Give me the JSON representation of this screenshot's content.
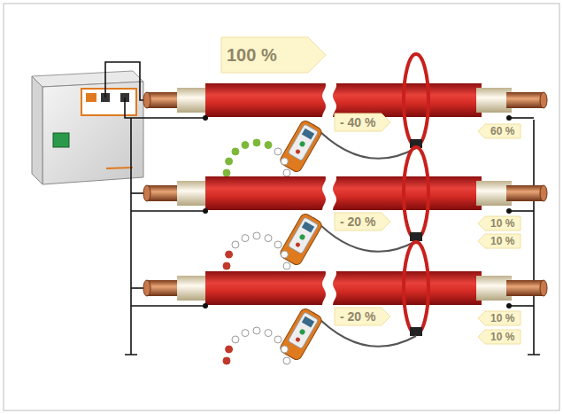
{
  "diagram": {
    "nodes": [
      {
        "text": [
          "100 %"
        ]
      },
      {
        "text": [
          "- 40 %"
        ]
      },
      {
        "text": [
          "60 %"
        ]
      },
      {
        "text": [
          "10 %"
        ]
      },
      {
        "text": [
          "- 20 %"
        ]
      },
      {
        "text": [
          "10 %"
        ]
      },
      {
        "text": [
          "10 %"
        ]
      },
      {
        "text": [
          "- 20 %"
        ]
      },
      {
        "text": [
          "10 %"
        ]
      }
    ]
  }
}
